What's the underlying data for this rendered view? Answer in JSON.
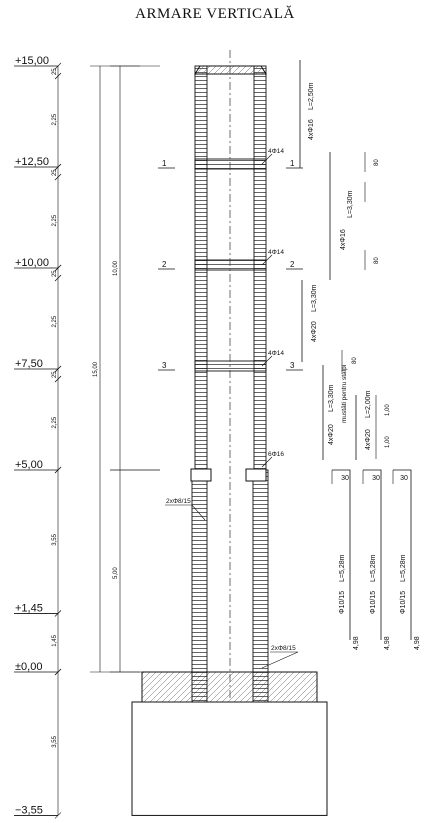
{
  "title": "ARMARE VERTICALĂ",
  "elevations": [
    {
      "label": "+15,00",
      "value": 15.0
    },
    {
      "label": "+12,50",
      "value": 12.5
    },
    {
      "label": "+10,00",
      "value": 10.0
    },
    {
      "label": "+7,50",
      "value": 7.5
    },
    {
      "label": "+5,00",
      "value": 5.0
    },
    {
      "label": "+1,45",
      "value": 1.45
    },
    {
      "label": "±0,00",
      "value": 0.0
    },
    {
      "label": "−3,55",
      "value": -3.55
    }
  ],
  "segment_dims": [
    {
      "label": "25",
      "from": 14.75,
      "to": 15.0
    },
    {
      "label": "2,25",
      "from": 12.5,
      "to": 14.75
    },
    {
      "label": "25",
      "from": 12.25,
      "to": 12.5
    },
    {
      "label": "2,25",
      "from": 10.0,
      "to": 12.25
    },
    {
      "label": "25",
      "from": 9.75,
      "to": 10.0
    },
    {
      "label": "2,25",
      "from": 7.5,
      "to": 9.75
    },
    {
      "label": "25",
      "from": 7.25,
      "to": 7.5
    },
    {
      "label": "2,25",
      "from": 5.0,
      "to": 7.25
    },
    {
      "label": "3,55",
      "from": 1.45,
      "to": 5.0
    },
    {
      "label": "1,45",
      "from": 0.0,
      "to": 1.45
    },
    {
      "label": "3,55",
      "from": -3.55,
      "to": 0.0
    }
  ],
  "overall_dims": [
    {
      "label": "10,00",
      "from": 5.0,
      "to": 15.0
    },
    {
      "label": "15,00",
      "from": 0.0,
      "to": 15.0
    },
    {
      "label": "5,00",
      "from": 0.0,
      "to": 5.0
    }
  ],
  "sections": [
    {
      "label": "1",
      "level": 12.5
    },
    {
      "label": "2",
      "level": 10.0
    },
    {
      "label": "3",
      "level": 7.5
    }
  ],
  "bar_callouts": [
    {
      "label": "4Φ14",
      "level": 12.5
    },
    {
      "label": "4Φ14",
      "level": 10.0
    },
    {
      "label": "4Φ14",
      "level": 7.5
    },
    {
      "label": "6Φ16",
      "level": 5.0
    }
  ],
  "stirrup_callouts": [
    {
      "label": "2xΦ8/15",
      "level": 3.7
    },
    {
      "label": "2xΦ8/15",
      "level": 0.8
    }
  ],
  "rebar_schedule": {
    "bar_4f16_a": {
      "mark": "4xΦ16",
      "length": "L=2,50m",
      "from": 12.4,
      "to": 15.0
    },
    "bar_4f16_b": {
      "mark": "4xΦ16",
      "length": "L=3,30m",
      "from": 9.9,
      "to": 13.2
    },
    "bar_4f20": {
      "mark": "4xΦ20",
      "length": "L=3,30m",
      "from": 7.4,
      "to": 10.7
    },
    "bar_4f20_low": {
      "mark": "4xΦ20",
      "length": "L=3,30m",
      "from": 4.9,
      "to": 8.2
    },
    "dowel_note": "mustăti pentru stâlpi",
    "bar_4f20_short": {
      "mark": "4xΦ20",
      "length": "L=2,00m",
      "from": 4.9,
      "to": 6.9
    },
    "lap_80_a": "80",
    "lap_80_b": "80",
    "lap_80_c": "80",
    "lap_100_a": "1,00",
    "lap_100_b": "1,00",
    "f10_groups": [
      {
        "mark": "Φ10/15",
        "length": "L=5,28m",
        "hook": "30",
        "dim": "4,98"
      },
      {
        "mark": "Φ10/15",
        "length": "L=5,28m",
        "hook": "30",
        "dim": "4,98"
      },
      {
        "mark": "Φ10/15",
        "length": "L=5,28m",
        "hook": "30",
        "dim": "4,98"
      }
    ]
  }
}
